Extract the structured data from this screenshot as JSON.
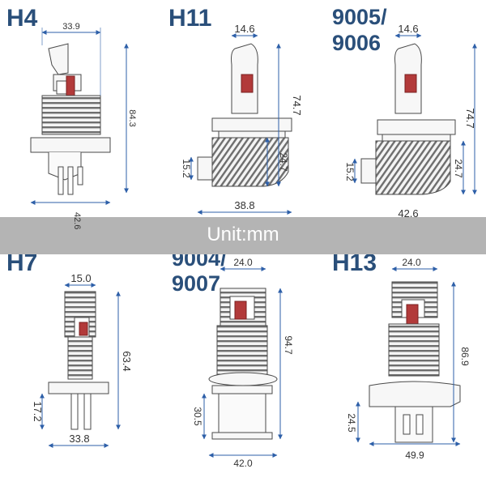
{
  "banner": {
    "label": "Unit:mm"
  },
  "colors": {
    "title": "#2a4f7a",
    "dimension": "#2d5fa8",
    "outline": "#4a4a4a",
    "band": "#b4b4b4",
    "led": "#b23a3a"
  },
  "bulbs": [
    {
      "id": "h4",
      "title_lines": [
        "H4"
      ],
      "dims": {
        "top_width": "33.9",
        "height": "84.3",
        "base_width": "42.6"
      }
    },
    {
      "id": "h11",
      "title_lines": [
        "H11"
      ],
      "dims": {
        "top_width": "14.6",
        "height": "74.7",
        "mid_height": "24.7",
        "side": "15.2",
        "base_width": "38.8"
      }
    },
    {
      "id": "9005",
      "title_lines": [
        "9005/",
        "9006"
      ],
      "dims": {
        "top_width": "14.6",
        "height": "74.7",
        "mid_height": "24.7",
        "side": "15.2",
        "base_width": "42.6"
      }
    },
    {
      "id": "h7",
      "title_lines": [
        "H7"
      ],
      "dims": {
        "top_width": "15.0",
        "height": "63.4",
        "side": "17.2",
        "base_width": "33.8"
      }
    },
    {
      "id": "9004",
      "title_lines": [
        "9004/",
        "9007"
      ],
      "dims": {
        "top_width": "24.0",
        "height": "94.7",
        "side": "30.5",
        "base_width": "42.0"
      }
    },
    {
      "id": "h13",
      "title_lines": [
        "H13"
      ],
      "dims": {
        "top_width": "24.0",
        "height": "86.9",
        "side": "24.5",
        "base_width": "49.9"
      }
    }
  ]
}
